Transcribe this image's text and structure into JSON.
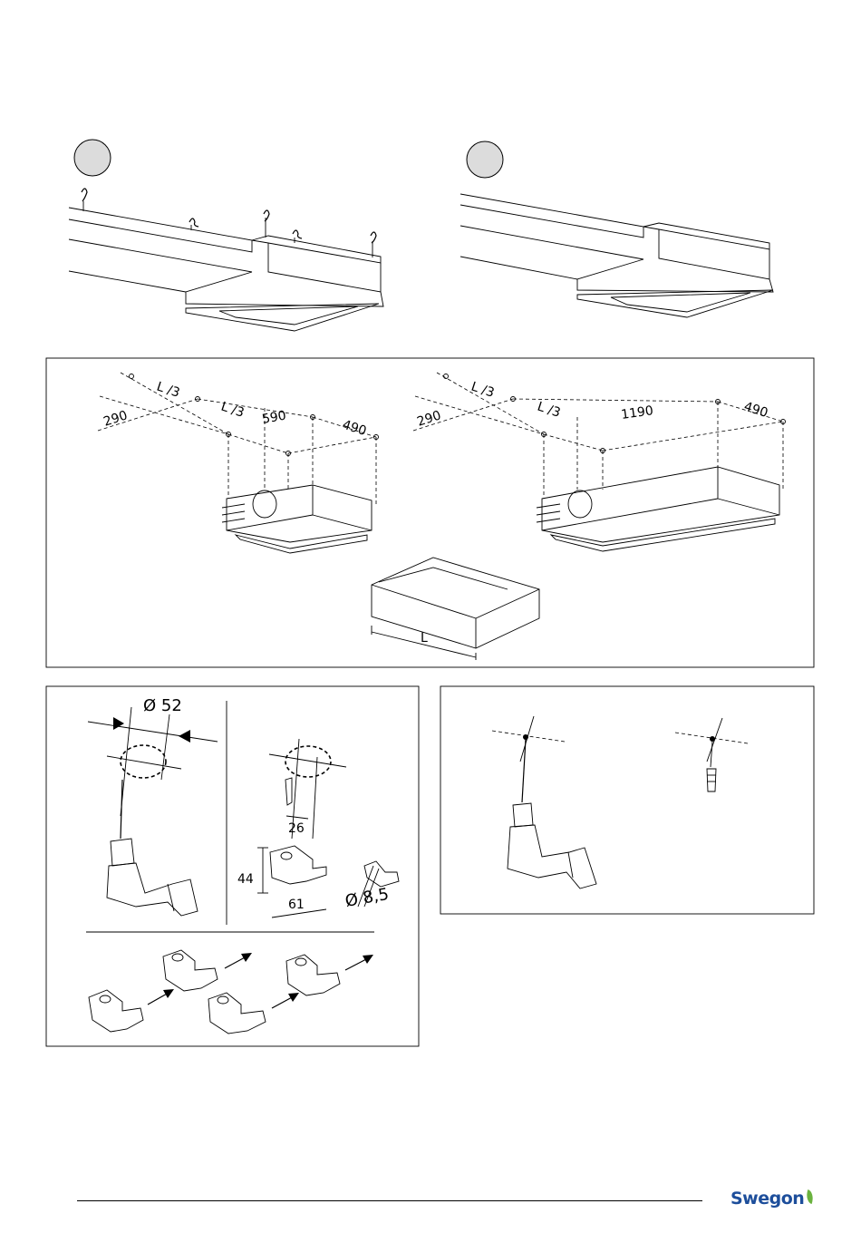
{
  "colors": {
    "brand_blue": "#1d4e9b",
    "brand_green": "#6ab23e",
    "step_circle": "#dcdcdc"
  },
  "logo": {
    "text": "Swegon"
  },
  "dimensions_panel": {
    "left": {
      "third1": "L /3",
      "third2": "L /3",
      "offset": "290",
      "width": "590",
      "depth": "490"
    },
    "right": {
      "third1": "L /3",
      "third2": "L /3",
      "offset": "290",
      "width": "1190",
      "depth": "490"
    },
    "length_label": "L"
  },
  "drill_panel": {
    "hole_diameter": "Ø 52",
    "bracket_offset": "26",
    "bracket_height": "44",
    "bracket_width": "61",
    "bolt_diameter": "Ø 8,5"
  }
}
